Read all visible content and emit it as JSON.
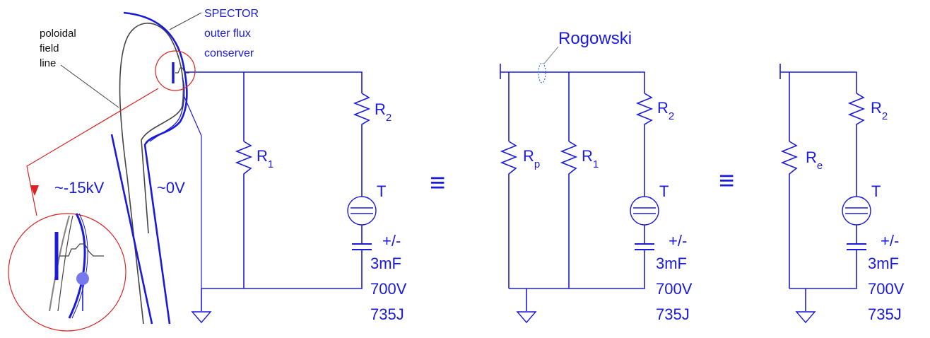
{
  "colors": {
    "circuit": "#1a1adc",
    "callout": "#dd2222",
    "field_line": "#444444",
    "probe_dot": "#7777ee"
  },
  "labels": {
    "field_line": [
      "poloidal",
      "field",
      "line"
    ],
    "conserver": [
      "SPECTOR",
      "outer flux",
      "conserver"
    ],
    "voltage_left": "~-15kV",
    "voltage_right": "~0V",
    "rogowski": "Rogowski",
    "equivalence": "≡"
  },
  "circuits": [
    {
      "resistors": [
        {
          "name": "R",
          "sub": "1"
        },
        {
          "name": "R",
          "sub": "2"
        }
      ],
      "tube": "T",
      "capacitor": [
        "+/-",
        "3mF",
        "700V",
        "735J"
      ]
    },
    {
      "resistors": [
        {
          "name": "R",
          "sub": "p"
        },
        {
          "name": "R",
          "sub": "1"
        },
        {
          "name": "R",
          "sub": "2"
        }
      ],
      "tube": "T",
      "capacitor": [
        "+/-",
        "3mF",
        "700V",
        "735J"
      ]
    },
    {
      "resistors": [
        {
          "name": "R",
          "sub": "e"
        },
        {
          "name": "R",
          "sub": "2"
        }
      ],
      "tube": "T",
      "capacitor": [
        "+/-",
        "3mF",
        "700V",
        "735J"
      ]
    }
  ]
}
